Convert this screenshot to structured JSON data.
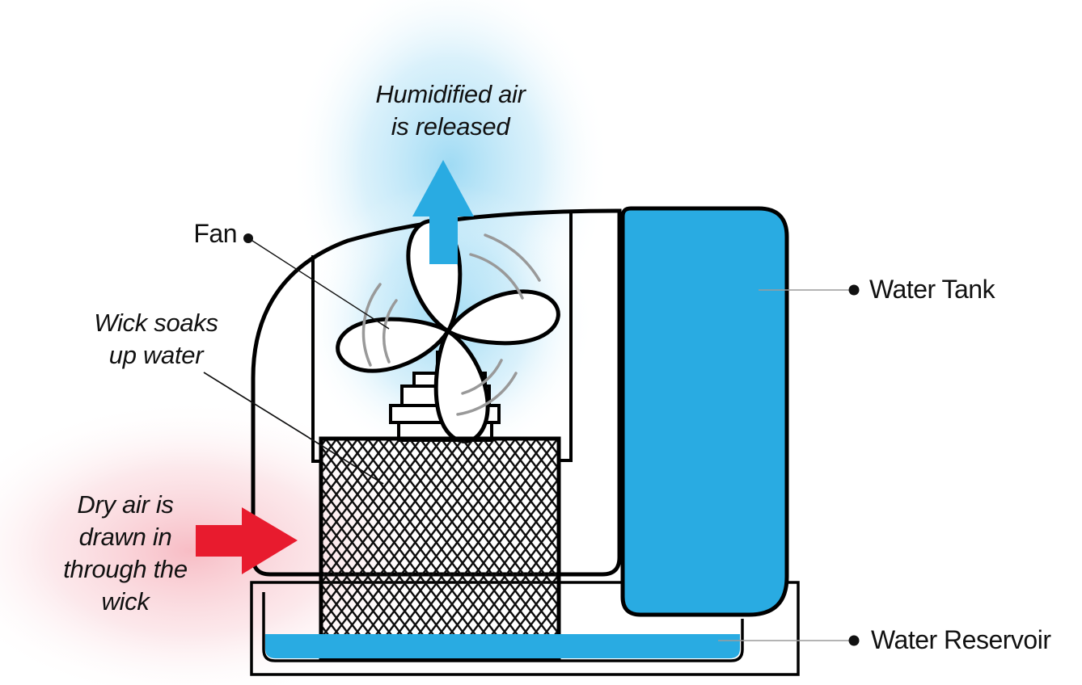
{
  "title": {
    "lines": [
      "Humidified air",
      "is released"
    ]
  },
  "labels": {
    "fan": {
      "text": "Fan"
    },
    "wick": {
      "lines": [
        "Wick soaks",
        "up water"
      ]
    },
    "dry_air": {
      "lines": [
        "Dry air is",
        "drawn in",
        "through the",
        "wick"
      ]
    },
    "water_tank": {
      "text": "Water Tank"
    },
    "water_reservoir": {
      "text": "Water Reservoir"
    }
  },
  "colors": {
    "water_blue": "#29ABE2",
    "flow_red": "#E81B2E",
    "outline": "#000000",
    "leader_gray": "#9C9C9C",
    "motion_arc_gray": "#999999",
    "glow_blue_core": "#8ED4F2",
    "glow_red_core": "#F4A0AC",
    "text": "#111111"
  },
  "icons": {
    "up_arrow": "humidified-air-up-arrow",
    "right_arrow": "dry-air-right-arrow",
    "leader_dot": "label-anchor-dot"
  }
}
